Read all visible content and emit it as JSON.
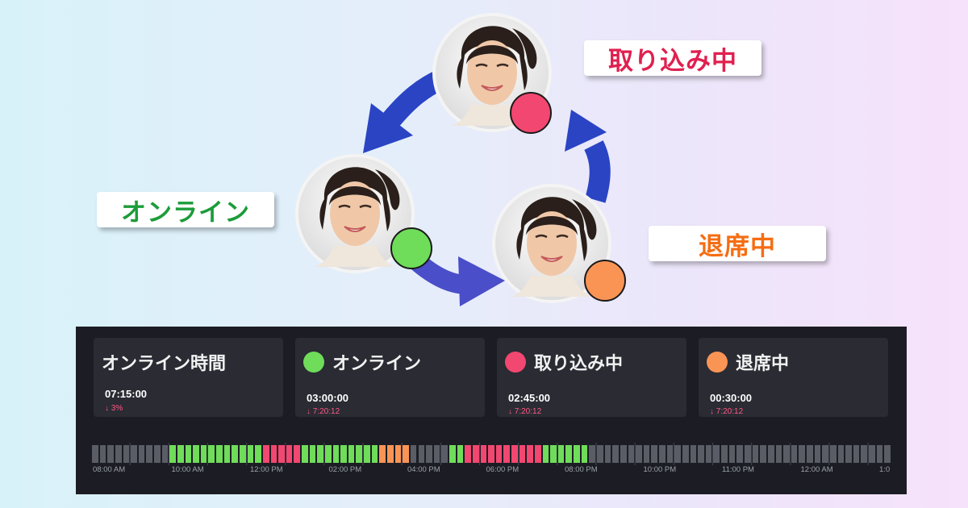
{
  "colors": {
    "online": "#6fdc5a",
    "busy": "#f24770",
    "away": "#fa9455",
    "idle": "#5a5c66",
    "arrow": "#2a44c4"
  },
  "labels": {
    "online": "オンライン",
    "busy": "取り込み中",
    "away": "退席中"
  },
  "cards": [
    {
      "title": "オンライン時間",
      "value": "07:15:00",
      "delta": "↓ 3%",
      "dot": ""
    },
    {
      "title": "オンライン",
      "value": "03:00:00",
      "delta": "↓ 7:20:12",
      "dot": "#6fdc5a"
    },
    {
      "title": "取り込み中",
      "value": "02:45:00",
      "delta": "↓ 7:20:12",
      "dot": "#f24770"
    },
    {
      "title": "退席中",
      "value": "00:30:00",
      "delta": "↓ 7:20:12",
      "dot": "#fa9455"
    }
  ],
  "timeline": {
    "hours": [
      "08:00 AM",
      "10:00 AM",
      "12:00 PM",
      "02:00 PM",
      "04:00 PM",
      "06:00 PM",
      "08:00 PM",
      "10:00 PM",
      "11:00 PM",
      "12:00 AM",
      "1:0"
    ],
    "slots": [
      "idle",
      "idle",
      "idle",
      "idle",
      "idle",
      "idle",
      "idle",
      "idle",
      "idle",
      "idle",
      "online",
      "online",
      "online",
      "online",
      "online",
      "online",
      "online",
      "online",
      "online",
      "online",
      "online",
      "online",
      "busy",
      "busy",
      "busy",
      "busy",
      "busy",
      "online",
      "online",
      "online",
      "online",
      "online",
      "online",
      "online",
      "online",
      "online",
      "online",
      "away",
      "away",
      "away",
      "away",
      "idle",
      "idle",
      "idle",
      "idle",
      "idle",
      "online",
      "online",
      "busy",
      "busy",
      "busy",
      "busy",
      "busy",
      "busy",
      "busy",
      "busy",
      "busy",
      "busy",
      "online",
      "online",
      "online",
      "online",
      "online",
      "online",
      "idle",
      "idle",
      "idle",
      "idle",
      "idle",
      "idle",
      "idle",
      "idle",
      "idle",
      "idle",
      "idle",
      "idle",
      "idle",
      "idle",
      "idle",
      "idle",
      "idle",
      "idle",
      "idle",
      "idle",
      "idle",
      "idle",
      "idle",
      "idle",
      "idle",
      "idle",
      "idle",
      "idle",
      "idle",
      "idle",
      "idle",
      "idle",
      "idle",
      "idle",
      "idle",
      "idle",
      "idle",
      "idle",
      "idle"
    ]
  }
}
